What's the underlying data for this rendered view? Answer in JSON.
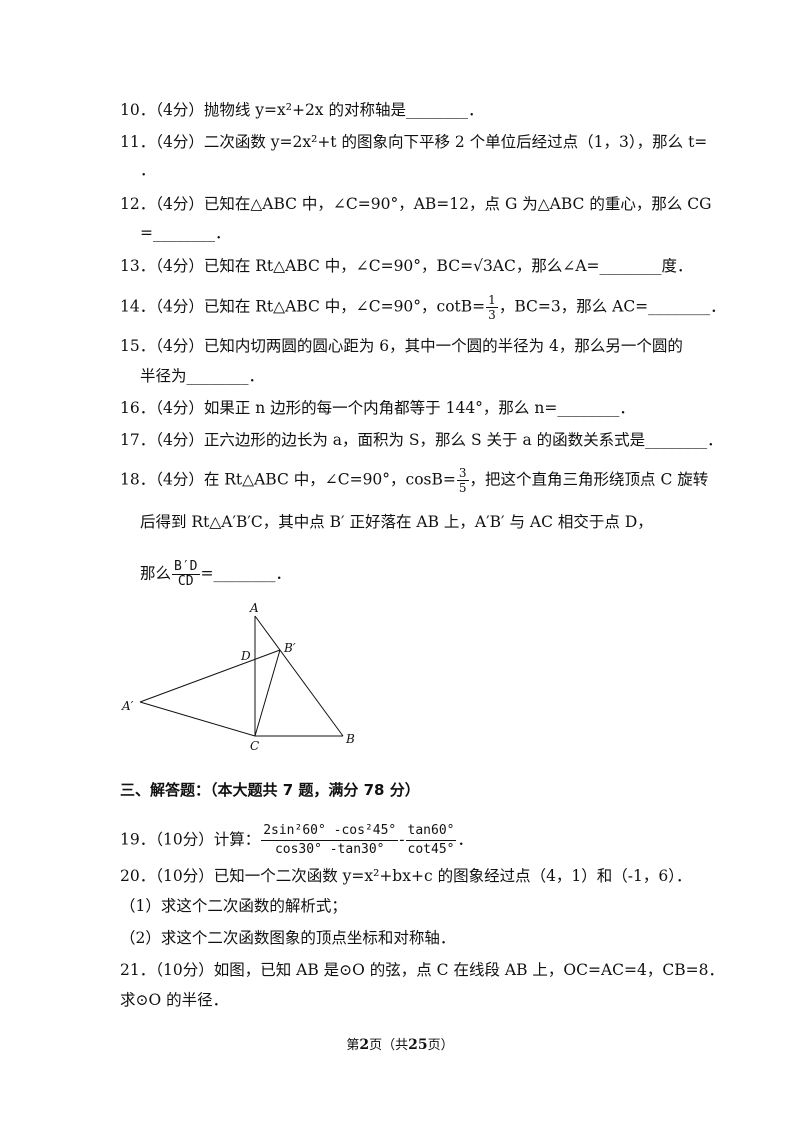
{
  "questions": {
    "q10": "10．（4分）抛物线 y=x²+2x 的对称轴是________．",
    "q11_a": "11．（4分）二次函数 y=2x²+t 的图象向下平移 2 个单位后经过点（1，3），那么 t=",
    "q11_b": "．",
    "q12_a": "12．（4分）已知在△ABC 中，∠C=90°，AB=12，点 G 为△ABC 的重心，那么 CG",
    "q12_b": "=________．",
    "q13": "13．（4分）已知在 Rt△ABC 中，∠C=90°，BC=√3AC，那么∠A=________度．",
    "q14_pre": "14．（4分）已知在 Rt△ABC 中，∠C=90°，cotB=",
    "q14_num": "1",
    "q14_den": "3",
    "q14_post": "，BC=3，那么 AC=________．",
    "q15_a": "15．（4分）已知内切两圆的圆心距为 6，其中一个圆的半径为 4，那么另一个圆的",
    "q15_b": "半径为________．",
    "q16": "16．（4分）如果正 n 边形的每一个内角都等于 144°，那么 n=________．",
    "q17": "17．（4分）正六边形的边长为 a，面积为 S，那么 S 关于 a 的函数关系式是________．",
    "q18_pre": "18．（4分）在 Rt△ABC 中，∠C=90°，cosB=",
    "q18_num": "3",
    "q18_den": "5",
    "q18_post": "，把这个直角三角形绕顶点 C 旋转",
    "q18_b": "后得到 Rt△A′B′C，其中点 B′ 正好落在 AB 上，A′B′ 与 AC 相交于点 D，",
    "q18_c_pre": "那么",
    "q18_c_num": "B′D",
    "q18_c_den": "CD",
    "q18_c_post": "=________．",
    "section3": "三、解答题：（本大题共 7 题，满分 78 分）",
    "q19_pre": "19．（10分）计算：",
    "q19_num1": "2sin²60° -cos²45°",
    "q19_den1": "cos30° -tan30°",
    "q19_minus": "-",
    "q19_num2": "tan60°",
    "q19_den2": "cot45°",
    "q19_post": "．",
    "q20": "20．（10分）已知一个二次函数 y=x²+bx+c 的图象经过点（4，1）和（-1，6）．",
    "q20_1": "（1）求这个二次函数的解析式；",
    "q20_2": "（2）求这个二次函数图象的顶点坐标和对称轴．",
    "q21_a": "21．（10分）如图，已知 AB 是⊙O 的弦，点 C 在线段 AB 上，OC=AC=4，CB=8．",
    "q21_b": "求⊙O 的半径．"
  },
  "figure": {
    "labels": {
      "A": "A",
      "B_prime": "B′",
      "D": "D",
      "A_prime": "A′",
      "C": "C",
      "B": "B"
    }
  },
  "footer": {
    "pre": "第",
    "page": "2",
    "mid": "页（共",
    "total": "25",
    "post": "页）"
  }
}
